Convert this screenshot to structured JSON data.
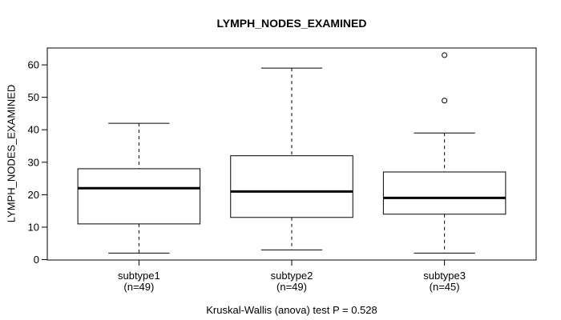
{
  "page": {
    "background": "#ffffff"
  },
  "chart_data": {
    "type": "boxplot",
    "title": "LYMPH_NODES_EXAMINED",
    "ylabel": "LYMPH_NODES_EXAMINED",
    "footer": "Kruskal-Wallis (anova) test P = 0.528",
    "y_ticks": [
      0,
      10,
      20,
      30,
      40,
      50,
      60
    ],
    "ylim": [
      -0.12,
      65.2
    ],
    "xlim": [
      0.4,
      3.6
    ],
    "grid": false,
    "legend": "none",
    "line_color": "#000000",
    "box_fill": "#ffffff",
    "groups": [
      {
        "label": "subtype1",
        "sublabel": "(n=49)",
        "n": 49,
        "whisker_low": 2,
        "q1": 11,
        "median": 22,
        "q3": 28,
        "whisker_high": 42,
        "outliers": []
      },
      {
        "label": "subtype2",
        "sublabel": "(n=49)",
        "n": 49,
        "whisker_low": 3,
        "q1": 13,
        "median": 21,
        "q3": 32,
        "whisker_high": 59,
        "outliers": []
      },
      {
        "label": "subtype3",
        "sublabel": "(n=45)",
        "n": 45,
        "whisker_low": 2,
        "q1": 14,
        "median": 19,
        "q3": 27,
        "whisker_high": 39,
        "outliers": [
          49,
          63
        ]
      }
    ]
  }
}
